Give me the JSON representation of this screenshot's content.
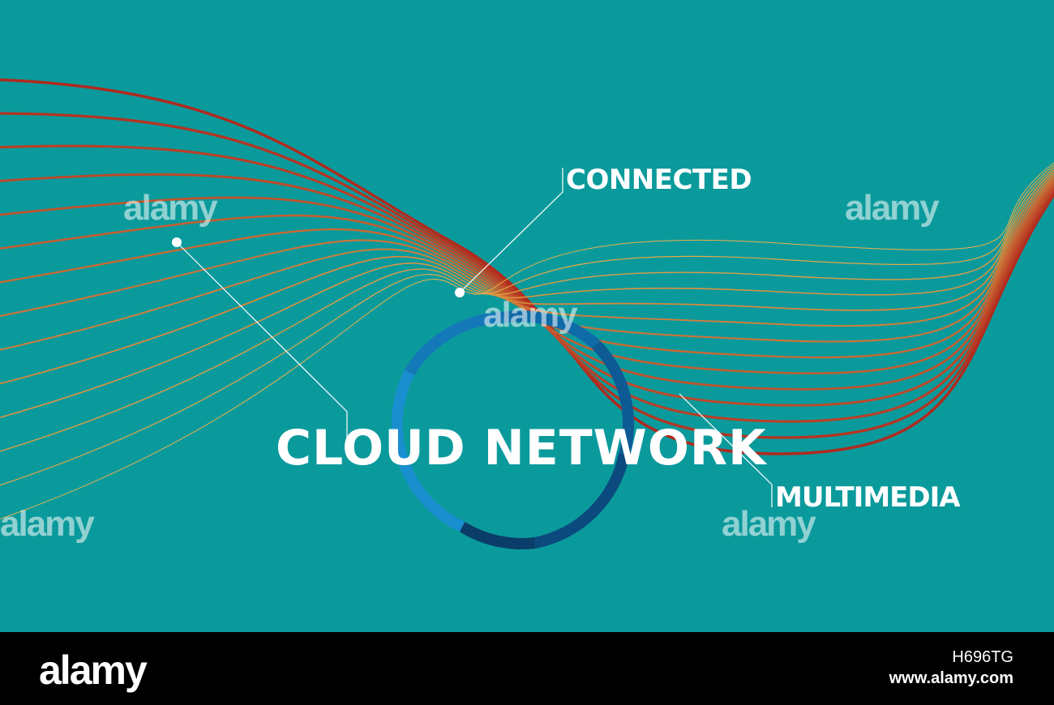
{
  "title": "CLOUD NETWORK",
  "labels": {
    "connected": "CONNECTED",
    "multimedia": "MULTIMEDIA"
  },
  "watermark": "alamy",
  "footer": {
    "logo": "alamy",
    "image_id": "H696TG",
    "url": "www.alamy.com"
  },
  "colors": {
    "background": "#0b9a9c",
    "wave_dark": "#b02a1e",
    "wave_light": "#e8b24a",
    "ring_primary": "#0f6aa8",
    "ring_dark": "#0b3f6e",
    "text": "#ffffff"
  },
  "icons": {
    "ring": "ring-icon",
    "callout_dot": "callout-dot-icon"
  }
}
